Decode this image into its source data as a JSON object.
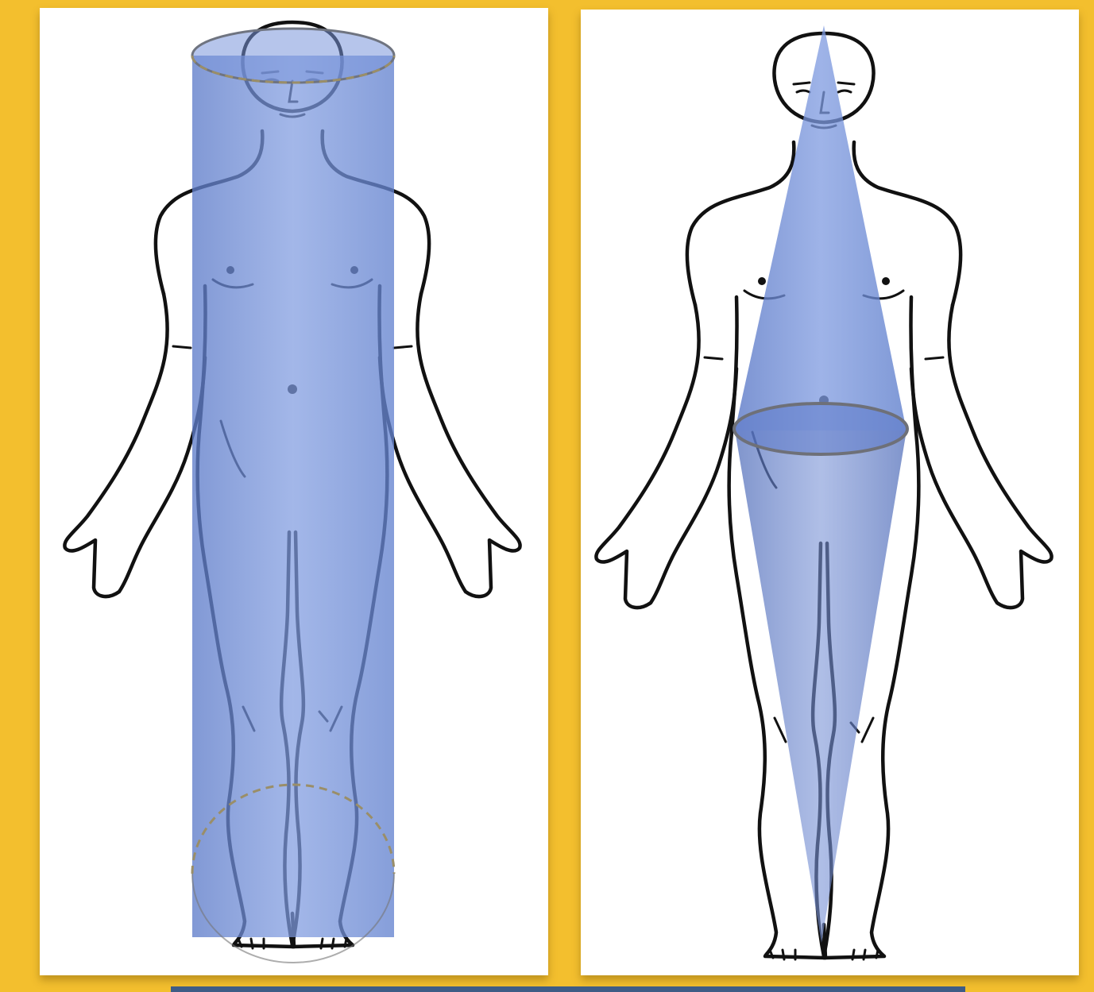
{
  "figure": {
    "background_color": "#F3BF2E",
    "panel_color": "#FFFFFF",
    "overlay_color": "#6F8FD8",
    "panels": [
      {
        "name": "cylinder-model",
        "shape": "cylinder"
      },
      {
        "name": "double-cone-model",
        "shape": "two-cones"
      }
    ]
  }
}
